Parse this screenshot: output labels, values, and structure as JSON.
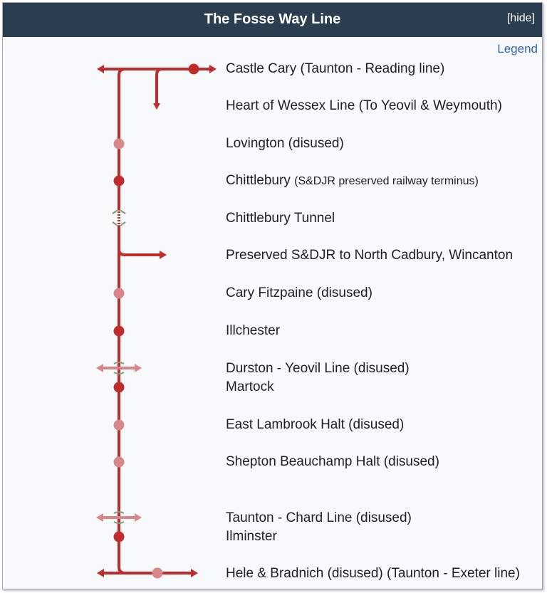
{
  "header": {
    "title": "The Fosse Way Line",
    "hide_label": "[hide]",
    "legend_label": "Legend"
  },
  "colors": {
    "header_bg": "#2b3e50",
    "line": "#be2d2c",
    "disused_station": "#d88689",
    "tunnel_mark": "#8a9a7a"
  },
  "rows": [
    {
      "label": "Castle Cary (Taunton - Reading line)"
    },
    {
      "label": "Heart of Wessex Line (To Yeovil & Weymouth)"
    },
    {
      "label": "Lovington (disused)"
    },
    {
      "label": "Chittlebury",
      "note": "(S&DJR preserved railway terminus)"
    },
    {
      "label": "Chittlebury Tunnel"
    },
    {
      "label": "Preserved S&DJR to North Cadbury, Wincanton"
    },
    {
      "label": "Cary Fitzpaine (disused)"
    },
    {
      "label": "Illchester"
    },
    {
      "label": "Durston - Yeovil Line (disused)"
    },
    {
      "label": "Martock"
    },
    {
      "label": "East Lambrook Halt (disused)"
    },
    {
      "label": "Shepton Beauchamp Halt (disused)"
    },
    {
      "label": "Taunton - Chard Line (disused)"
    },
    {
      "label": "Ilminster"
    },
    {
      "label": "Hele & Bradnich (disused) (Taunton - Exeter line)"
    }
  ]
}
